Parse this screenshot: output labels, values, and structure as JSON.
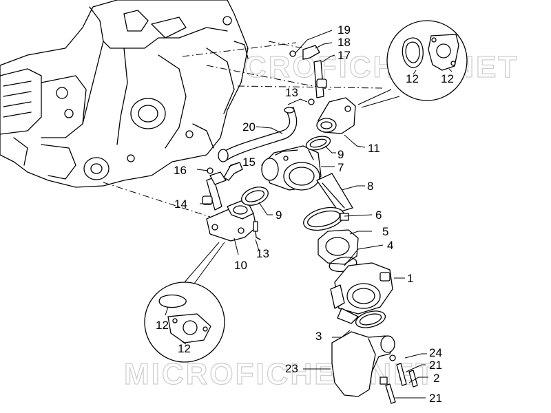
{
  "watermark": {
    "top": "MICROFICHES.NET",
    "bottom": "MICROFICHES.NET"
  },
  "callouts": {
    "c1": "1",
    "c2": "2",
    "c3": "3",
    "c4": "4",
    "c5": "5",
    "c6": "6",
    "c7": "7",
    "c8": "8",
    "c9a": "9",
    "c9b": "9",
    "c10": "10",
    "c11": "11",
    "c12a": "12",
    "c12b": "12",
    "c12c": "12",
    "c12d": "12",
    "c13a": "13",
    "c13b": "13",
    "c14": "14",
    "c15": "15",
    "c16": "16",
    "c17": "17",
    "c18": "18",
    "c19": "19",
    "c20": "20",
    "c21a": "21",
    "c21b": "21",
    "c23": "23",
    "c24": "24"
  }
}
